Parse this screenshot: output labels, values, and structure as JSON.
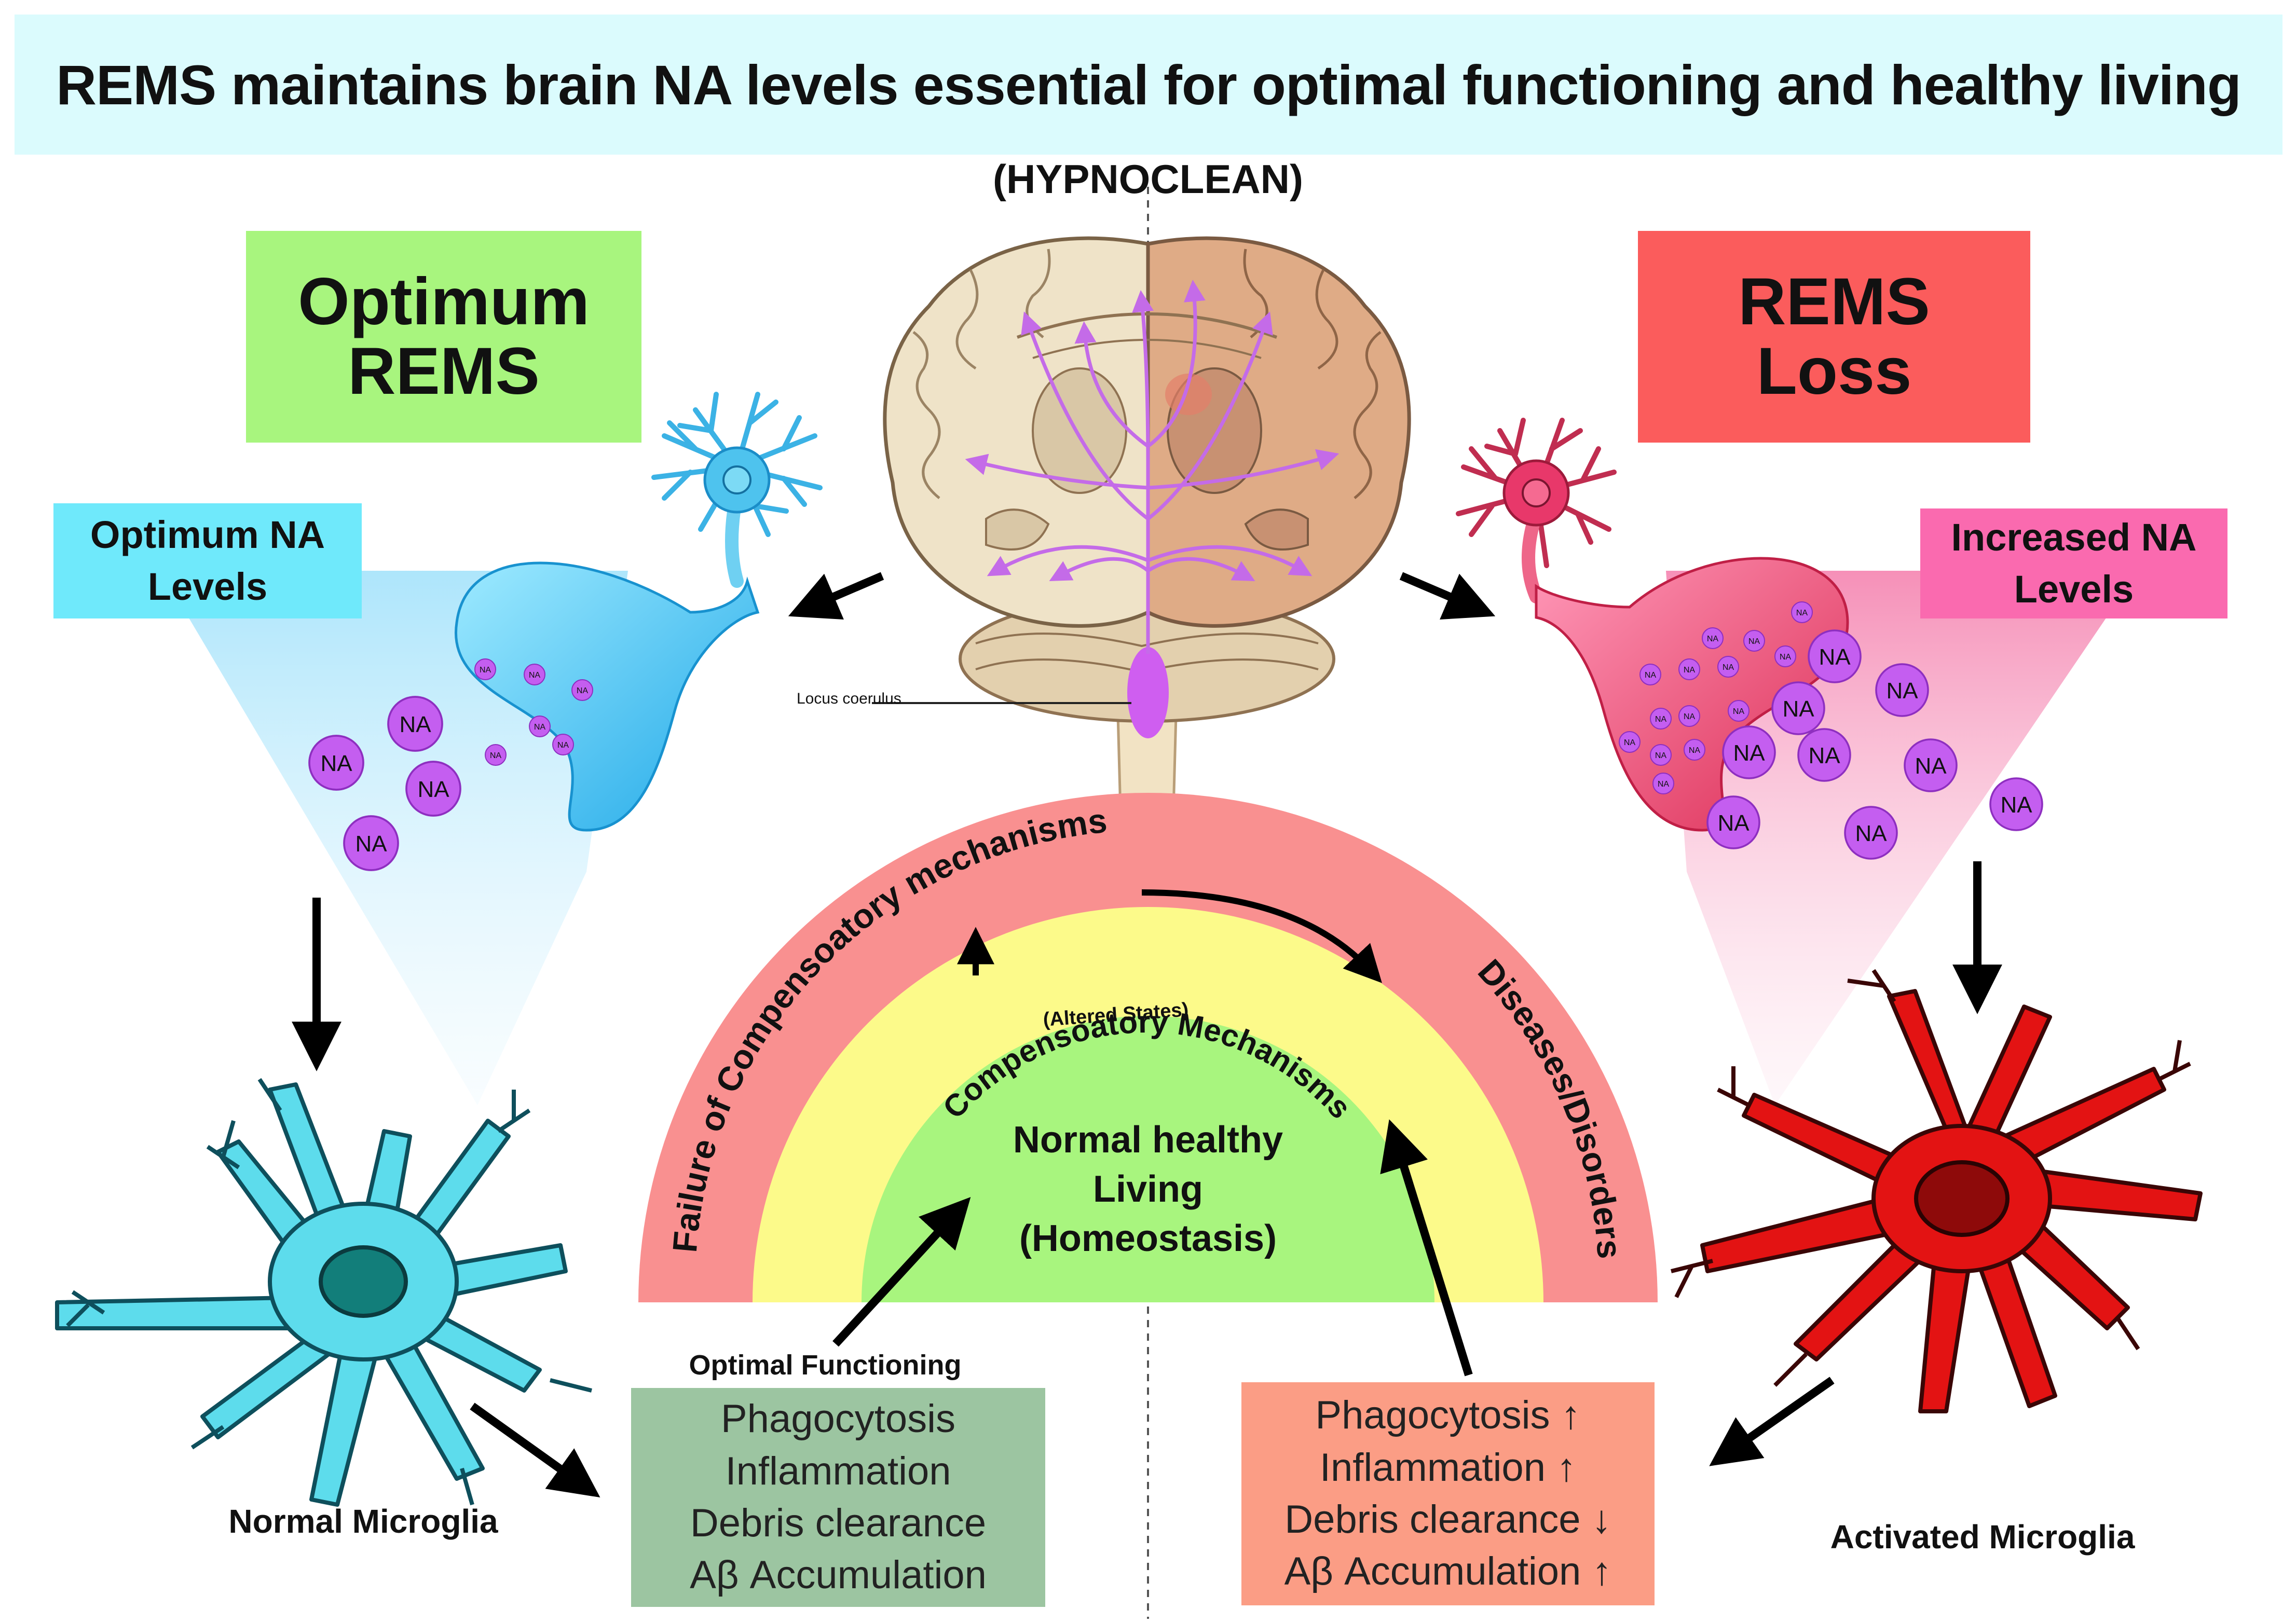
{
  "title": "REMS maintains brain NA levels essential for optimal functioning and healthy living",
  "hypnoclean": "(HYPNOCLEAN)",
  "left": {
    "state_box": [
      "Optimum",
      "REMS"
    ],
    "na_label": [
      "Optimum NA",
      "Levels"
    ],
    "microglia_label": "Normal Microglia",
    "functioning_label": "Optimal Functioning",
    "list": [
      "Phagocytosis",
      "Inflammation",
      "Debris clearance",
      "Aβ Accumulation"
    ],
    "colors": {
      "box": "#a8f57e",
      "na_box": "#6fe9fb",
      "neuron": "#4ec3ee",
      "microglia": "#5ddcec",
      "list_box": "#9cc5a1"
    }
  },
  "right": {
    "state_box": [
      "REMS",
      "Loss"
    ],
    "na_label": [
      "Increased NA",
      "Levels"
    ],
    "microglia_label": "Activated Microglia",
    "list": [
      {
        "text": "Phagocytosis",
        "arrow": "↑"
      },
      {
        "text": "Inflammation",
        "arrow": "↑"
      },
      {
        "text": "Debris clearance",
        "arrow": "↓"
      },
      {
        "text": "Aβ Accumulation",
        "arrow": "↑"
      }
    ],
    "colors": {
      "box": "#fb5c5c",
      "na_box": "#fa6aaf",
      "neuron": "#e8386a",
      "microglia": "#e31313",
      "list_box": "#fb9d85"
    }
  },
  "brain": {
    "locus_label": "Locus coerulus",
    "pathway_color": "#c46be8"
  },
  "na_text": "NA",
  "arc": {
    "outer_label": "Failure of Compensoatory mechanisms",
    "right_label": "Diseases/Disorders",
    "middle_label": "Compensoatory Mechanisms",
    "middle_sub": "(Altered States)",
    "inner_label": [
      "Normal healthy",
      "Living",
      "(Homeostasis)"
    ],
    "colors": {
      "outer": "#f99090",
      "middle": "#fcfa8a",
      "inner": "#a8f57e"
    }
  }
}
